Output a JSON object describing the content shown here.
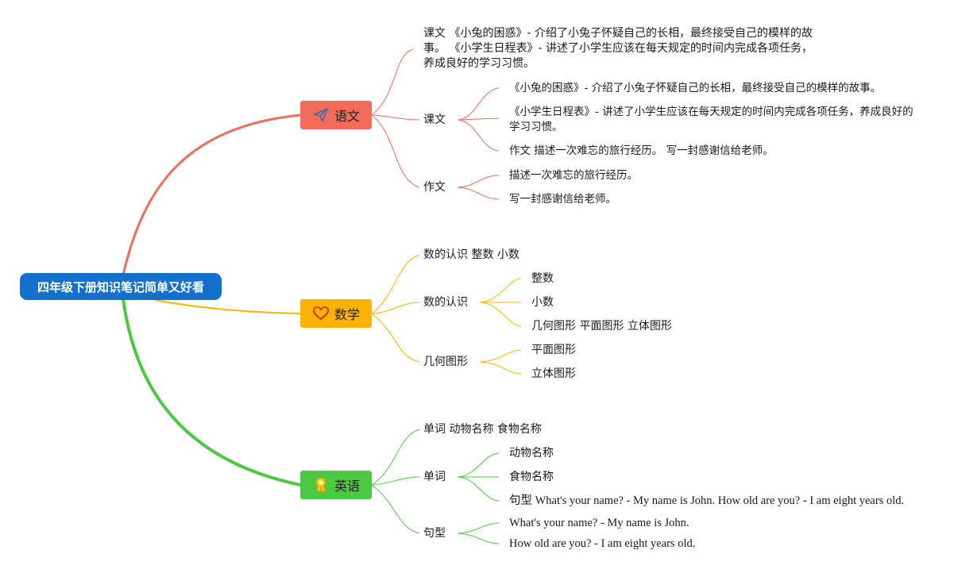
{
  "root": {
    "label": "四年级下册知识笔记简单又好看"
  },
  "colors": {
    "root": "#1470cc",
    "chinese": "#f26b5b",
    "math": "#ffb300",
    "english": "#4cc843"
  },
  "chinese": {
    "label": "语文",
    "icon": "paper-plane-icon",
    "summary": "课文 《小兔的困惑》- 介绍了小兔子怀疑自己的长相，最终接受自己的模样的故事。 《小学生日程表》- 讲述了小学生应该在每天规定的时间内完成各项任务，养成良好的学习习惯。",
    "lesson": {
      "label": "课文",
      "items": [
        "《小兔的困惑》- 介绍了小兔子怀疑自己的长相，最终接受自己的模样的故事。",
        "《小学生日程表》- 讲述了小学生应该在每天规定的时间内完成各项任务，养成良好的学习习惯。",
        "作文 描述一次难忘的旅行经历。 写一封感谢信给老师。"
      ]
    },
    "essay": {
      "label": "作文",
      "items": [
        "描述一次难忘的旅行经历。",
        "写一封感谢信给老师。"
      ]
    }
  },
  "math": {
    "label": "数学",
    "icon": "heart-icon",
    "summary": "数的认识 整数 小数",
    "numbers": {
      "label": "数的认识",
      "items": [
        "整数",
        "小数",
        "几何图形 平面图形 立体图形"
      ]
    },
    "geometry": {
      "label": "几何图形",
      "items": [
        "平面图形",
        "立体图形"
      ]
    }
  },
  "english": {
    "label": "英语",
    "icon": "award-ribbon-icon",
    "summary": "单词 动物名称 食物名称",
    "words": {
      "label": "单词",
      "items": [
        "动物名称",
        "食物名称",
        "句型 What's your name? - My name is John. How old are you? - I am eight years old."
      ]
    },
    "sentences": {
      "label": "句型",
      "items": [
        "What's your name? - My name is John.",
        "How old are you? - I am eight years old."
      ]
    }
  }
}
